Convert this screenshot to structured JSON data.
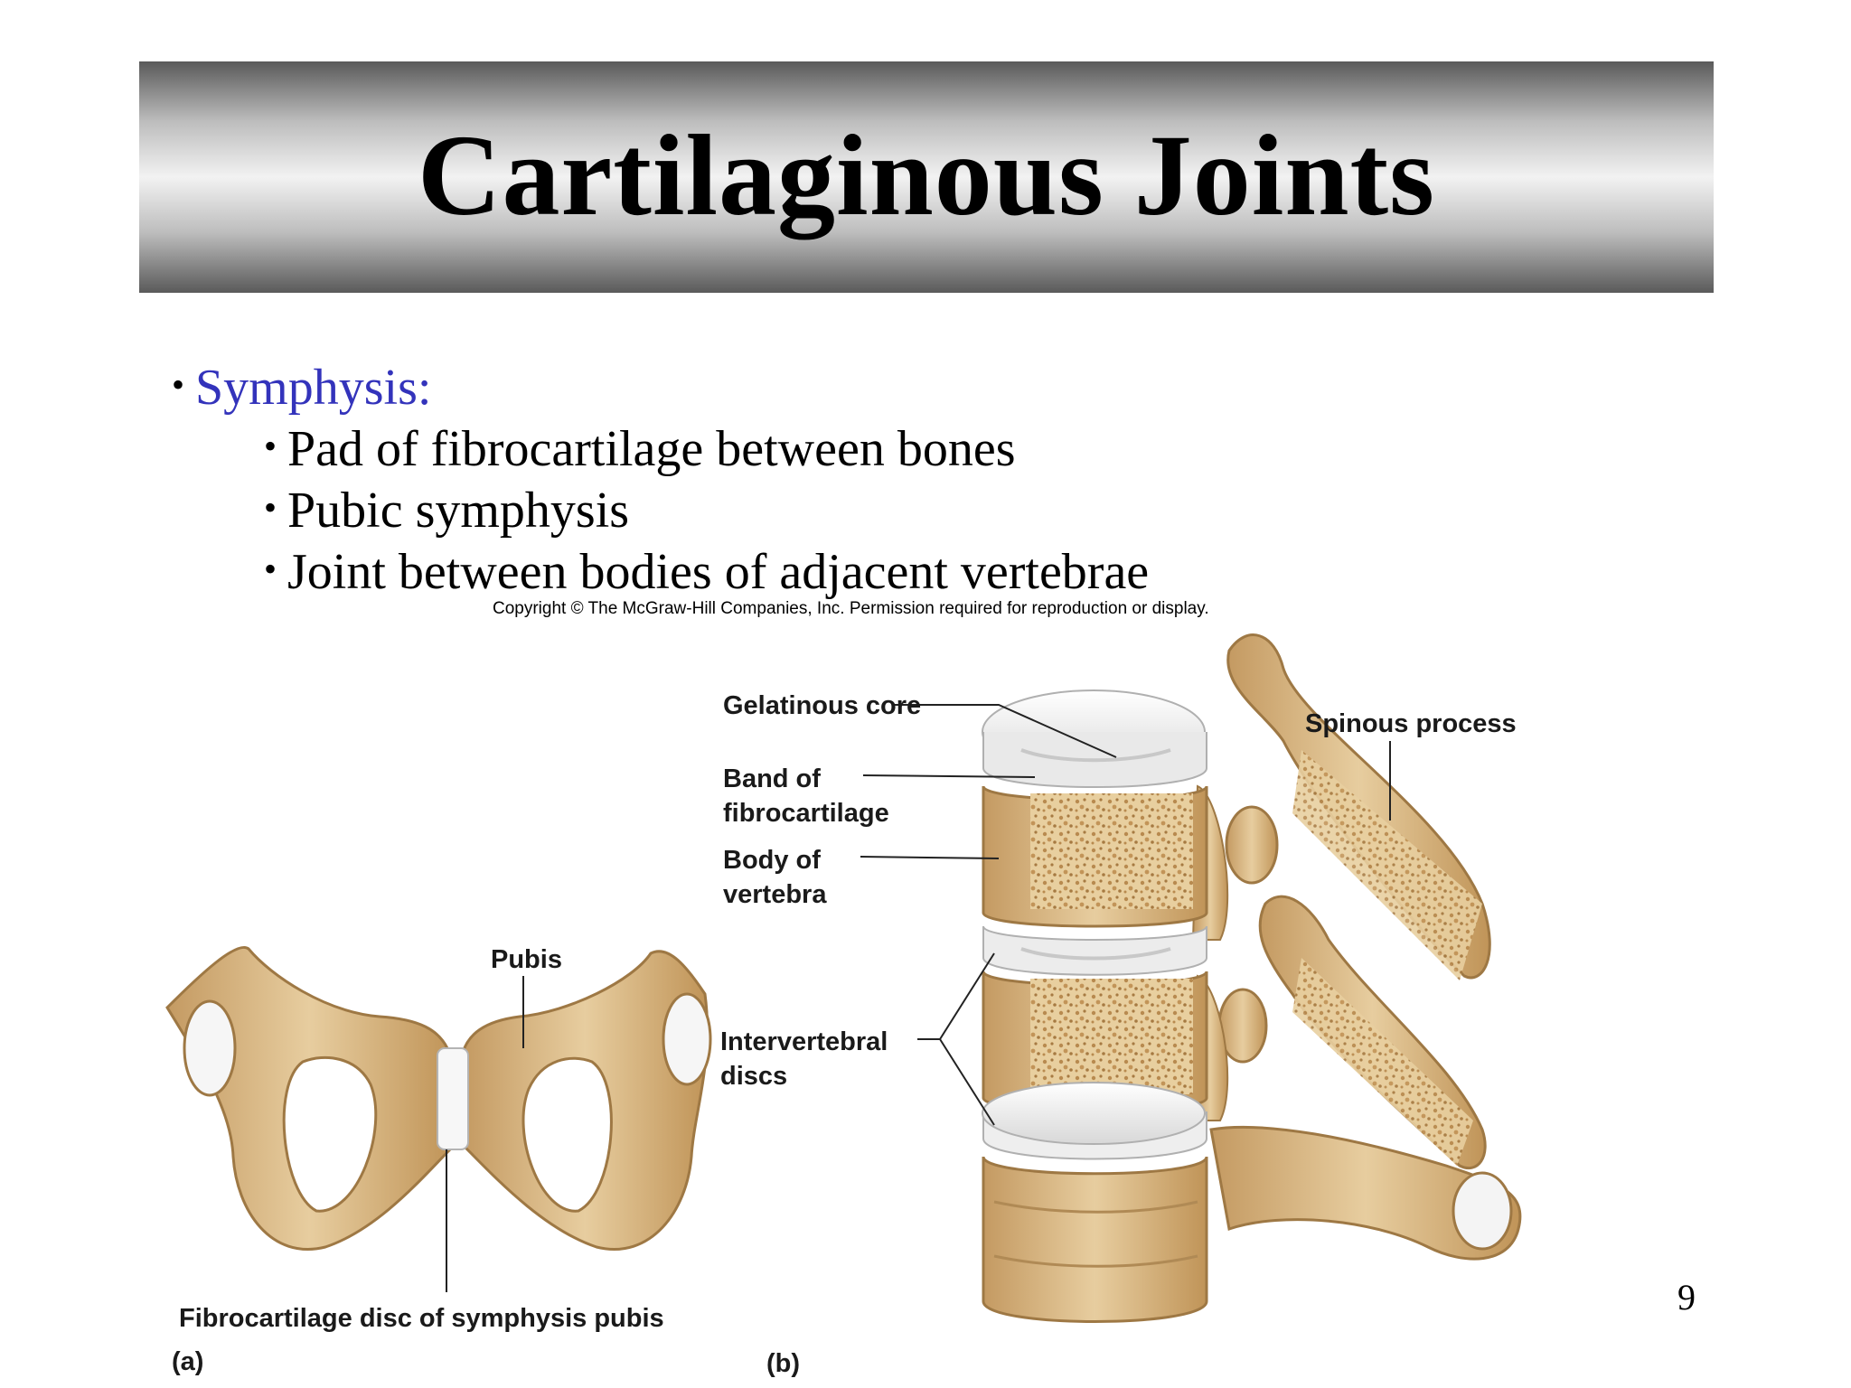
{
  "slide": {
    "title": "Cartilaginous Joints",
    "bullet_main": "Symphysis:",
    "sub_bullets": [
      "Pad of fibrocartilage between bones",
      "Pubic symphysis",
      "Joint between bodies of adjacent vertebrae"
    ],
    "bullet_glyph": "•",
    "page_number": "9"
  },
  "figure": {
    "copyright": "Copyright © The McGraw-Hill Companies, Inc. Permission required for reproduction or display.",
    "labels": {
      "gelatinous_core": "Gelatinous core",
      "band_of_fibrocartilage": "Band of fibrocartilage",
      "body_of_vertebra": "Body of vertebra",
      "intervertebral_discs": "Intervertebral discs",
      "spinous_process": "Spinous process",
      "pubis": "Pubis",
      "fibrocartilage_disc": "Fibrocartilage disc of symphysis pubis",
      "panel_a": "(a)",
      "panel_b": "(b)"
    },
    "colors": {
      "bone": "#d9b98a",
      "bone_shadow": "#b08a55",
      "disc": "#eeeeee",
      "spongy": "#c9a26a"
    }
  }
}
